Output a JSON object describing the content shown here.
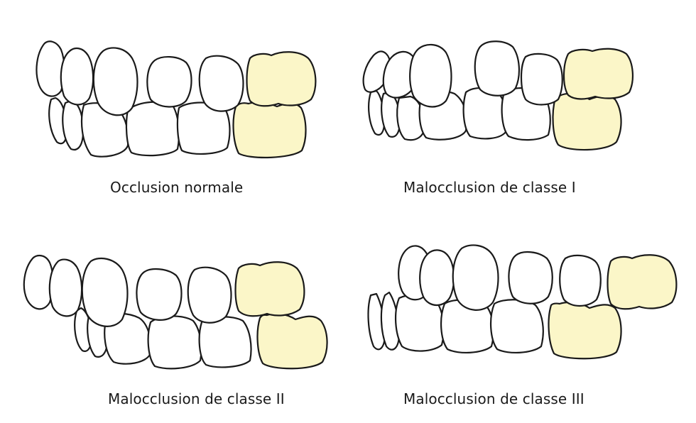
{
  "colors": {
    "molar_fill": "#fbf6c8",
    "outline": "#1a1a1a",
    "background": "#ffffff"
  },
  "panels": [
    {
      "caption": "Occlusion normale"
    },
    {
      "caption": "Malocclusion de classe I"
    },
    {
      "caption": "Malocclusion de classe II"
    },
    {
      "caption": "Malocclusion de classe III"
    }
  ]
}
